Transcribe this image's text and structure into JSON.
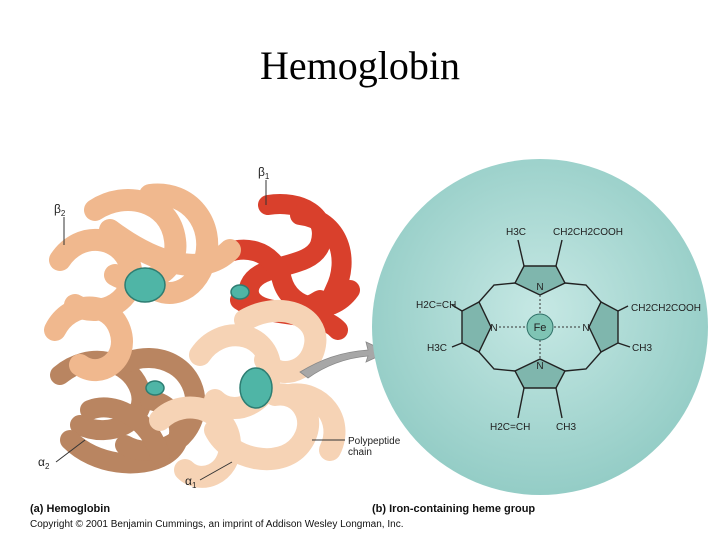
{
  "title": "Hemoglobin",
  "protein": {
    "labels": {
      "beta1": "β",
      "beta1_sub": "1",
      "beta2": "β",
      "beta2_sub": "2",
      "alpha1": "α",
      "alpha1_sub": "1",
      "alpha2": "α",
      "alpha2_sub": "2",
      "polypeptide_line1": "Polypeptide",
      "polypeptide_line2": "chain"
    },
    "colors": {
      "beta1": "#d9402c",
      "beta2": "#f0b88e",
      "alpha1": "#f6d3b5",
      "alpha2": "#b98561",
      "heme": "#4fb5a6"
    }
  },
  "heme": {
    "iron": "Fe",
    "nitrogen": "N",
    "groups": {
      "top_left": "H3C",
      "top_right": "CH2CH2COOH",
      "left_upper": "H2C=CH",
      "left_lower": "H3C",
      "right_upper": "CH2CH2COOH",
      "right_lower": "CH3",
      "bottom_left": "H2C=CH",
      "bottom_right": "CH3"
    },
    "colors": {
      "circle": "#a9d9d4",
      "ring": "#5a8f88",
      "fe": "#7fc4b4"
    }
  },
  "captions": {
    "a": "(a) Hemoglobin",
    "b": "(b) Iron-containing heme group"
  },
  "copyright": "Copyright © 2001 Benjamin Cummings, an imprint of Addison Wesley Longman, Inc."
}
